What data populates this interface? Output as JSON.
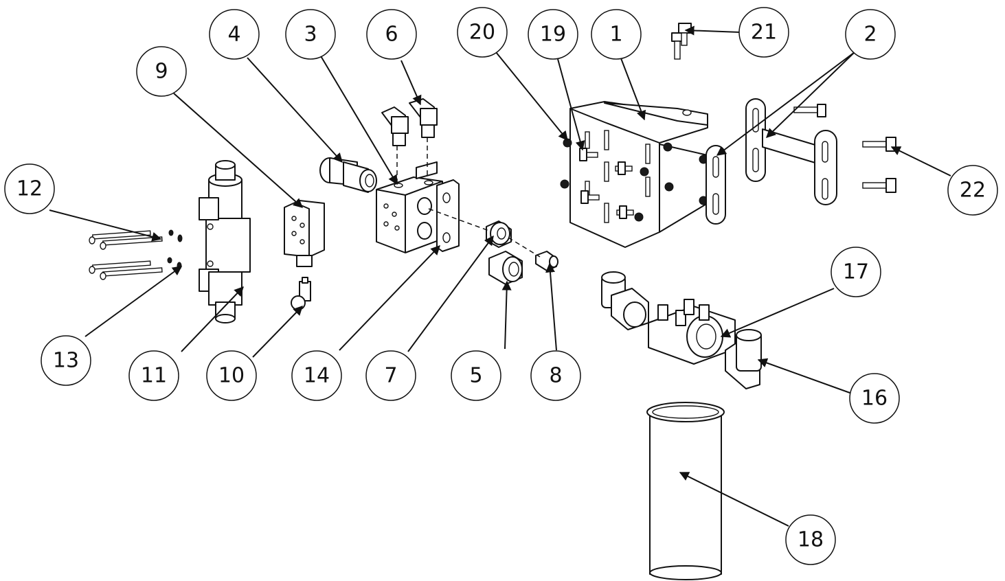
{
  "balloons": [
    {
      "id": "b1",
      "label": "1"
    },
    {
      "id": "b2",
      "label": "2"
    },
    {
      "id": "b3",
      "label": "3"
    },
    {
      "id": "b4",
      "label": "4"
    },
    {
      "id": "b5",
      "label": "5"
    },
    {
      "id": "b6",
      "label": "6"
    },
    {
      "id": "b7",
      "label": "7"
    },
    {
      "id": "b8",
      "label": "8"
    },
    {
      "id": "b9",
      "label": "9"
    },
    {
      "id": "b10",
      "label": "10"
    },
    {
      "id": "b11",
      "label": "11"
    },
    {
      "id": "b12",
      "label": "12"
    },
    {
      "id": "b13",
      "label": "13"
    },
    {
      "id": "b14",
      "label": "14"
    },
    {
      "id": "b16",
      "label": "16"
    },
    {
      "id": "b17",
      "label": "17"
    },
    {
      "id": "b18",
      "label": "18"
    },
    {
      "id": "b19",
      "label": "19"
    },
    {
      "id": "b20",
      "label": "20"
    },
    {
      "id": "b21",
      "label": "21"
    },
    {
      "id": "b22",
      "label": "22"
    }
  ]
}
